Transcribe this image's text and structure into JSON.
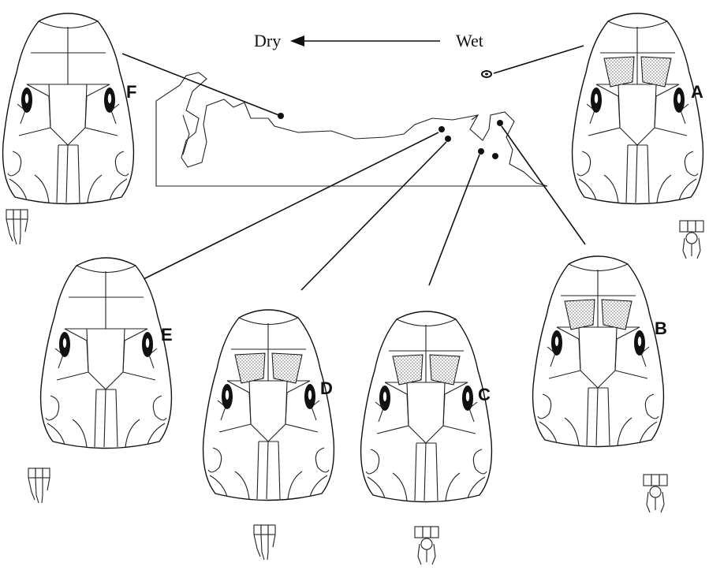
{
  "gradient": {
    "dry_label": "Dry",
    "wet_label": "Wet"
  },
  "panels": [
    {
      "id": "F",
      "label": "F",
      "stippled_prefrontals": false
    },
    {
      "id": "A",
      "label": "A",
      "stippled_prefrontals": true
    },
    {
      "id": "E",
      "label": "E",
      "stippled_prefrontals": false
    },
    {
      "id": "D",
      "label": "D",
      "stippled_prefrontals": true
    },
    {
      "id": "C",
      "label": "C",
      "stippled_prefrontals": true
    },
    {
      "id": "B",
      "label": "B",
      "stippled_prefrontals": true
    }
  ],
  "colors": {
    "ink": "#111111",
    "stipple": "#888888",
    "background": "#ffffff"
  }
}
